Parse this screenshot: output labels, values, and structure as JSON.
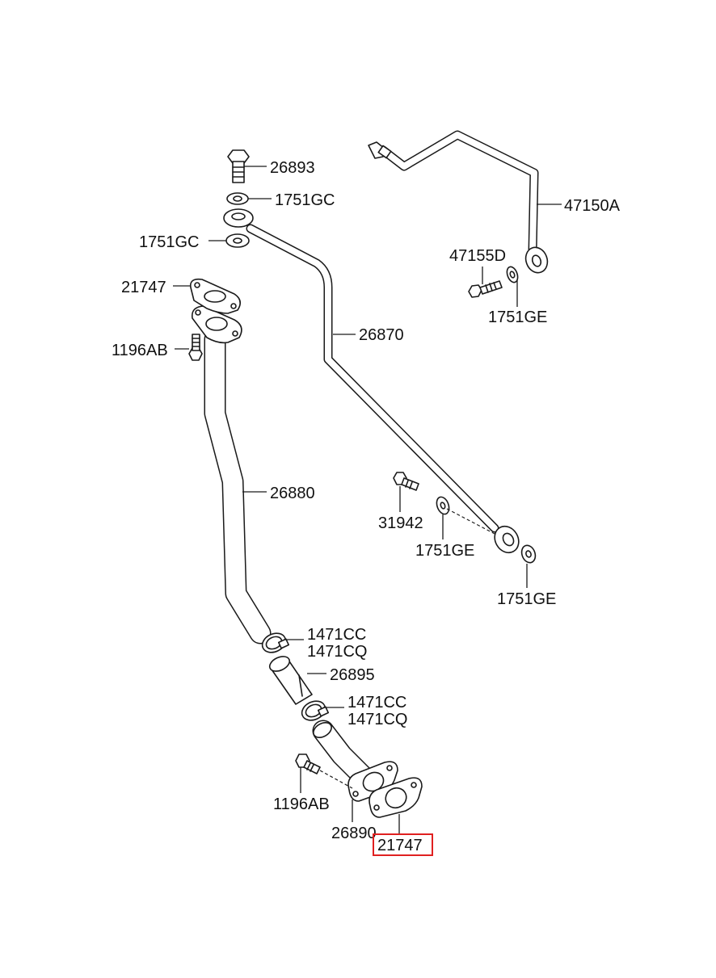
{
  "parts": {
    "bolt_top": "26893",
    "washer_top_1": "1751GC",
    "washer_top_2": "1751GC",
    "gasket_upper": "21747",
    "bolt_upper_left": "1196AB",
    "tube_feed": "26870",
    "return_pipe": "26880",
    "oil_pipe_right": "47150A",
    "bolt_right": "47155D",
    "washer_right": "1751GE",
    "bolt_mid": "31942",
    "washer_mid": "1751GE",
    "washer_lower_right": "1751GE",
    "clamp_upper_a": "1471CC",
    "clamp_upper_b": "1471CQ",
    "hose": "26895",
    "clamp_lower_a": "1471CC",
    "clamp_lower_b": "1471CQ",
    "bolt_lower_left": "1196AB",
    "flange_pipe": "26890",
    "gasket_lower": "21747"
  },
  "highlighted_part": "gasket_lower",
  "highlight_color": "#e02020"
}
